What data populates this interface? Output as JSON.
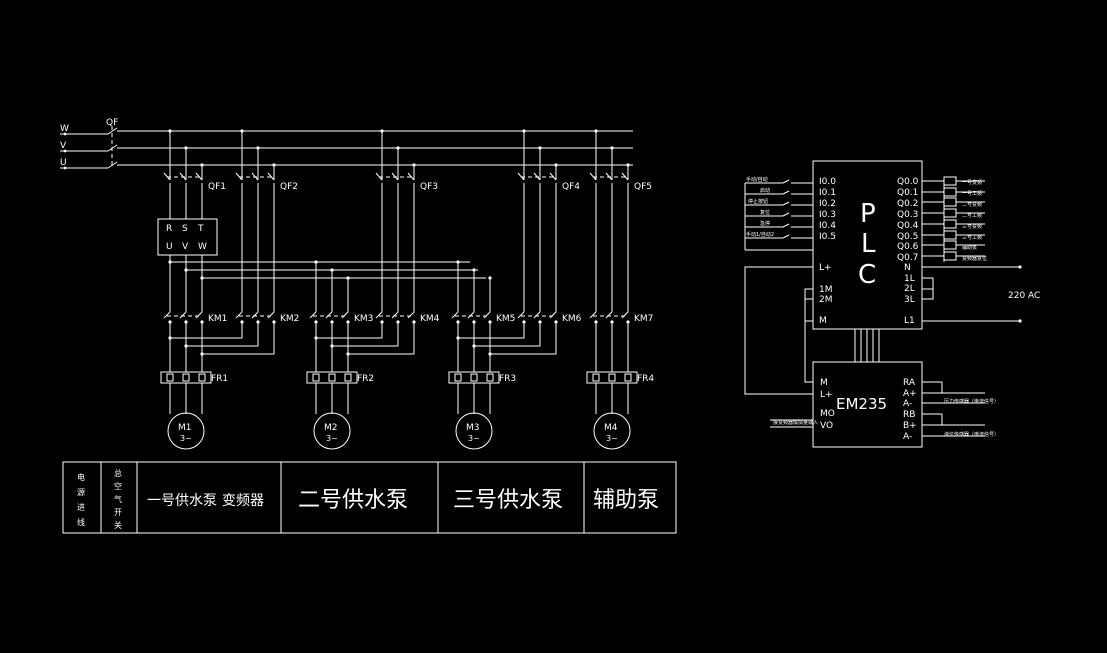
{
  "phases": [
    "W",
    "V",
    "U"
  ],
  "main_breaker": "QF",
  "branch_breakers": [
    "QF1",
    "QF2",
    "QF3",
    "QF4",
    "QF5"
  ],
  "inverter_in": [
    "R",
    "S",
    "T"
  ],
  "inverter_out": [
    "U",
    "V",
    "W"
  ],
  "contactors": [
    "KM1",
    "KM2",
    "KM3",
    "KM4",
    "KM5",
    "KM6",
    "KM7"
  ],
  "thermal_relays": [
    "FR1",
    "FR2",
    "FR3",
    "FR4"
  ],
  "motors": [
    {
      "name": "M1",
      "phase": "3~"
    },
    {
      "name": "M2",
      "phase": "3~"
    },
    {
      "name": "M3",
      "phase": "3~"
    },
    {
      "name": "M4",
      "phase": "3~"
    }
  ],
  "title_block": {
    "cell1": [
      "电",
      "源",
      "进",
      "线"
    ],
    "cell2": [
      "总",
      "空",
      "气",
      "开",
      "关"
    ],
    "pump1": "一号供水泵",
    "inverter": "变频器",
    "pump2": "二号供水泵",
    "pump3": "三号供水泵",
    "aux": "辅助泵"
  },
  "plc": {
    "title": [
      "P",
      "L",
      "C"
    ],
    "inputs": [
      "I0.0",
      "I0.1",
      "I0.2",
      "I0.3",
      "I0.4",
      "I0.5"
    ],
    "input_labels": [
      "手动/自动",
      "启动",
      "停止按钮",
      "复位",
      "急停",
      "手动1/自动2"
    ],
    "left_terminals": [
      "L+",
      "1M",
      "2M",
      "M"
    ],
    "outputs": [
      "Q0.0",
      "Q0.1",
      "Q0.2",
      "Q0.3",
      "Q0.4",
      "Q0.5",
      "Q0.6",
      "Q0.7"
    ],
    "output_labels": [
      "一号变频",
      "一号工频",
      "二号变频",
      "二号工频",
      "三号变频",
      "三号工频",
      "辅助泵",
      "变频器复位"
    ],
    "right_terminals": [
      "N",
      "1L",
      "2L",
      "3L",
      "L1"
    ],
    "supply": "220 AC"
  },
  "em235": {
    "title": "EM235",
    "left_terminals": [
      "M",
      "L+",
      "MO",
      "VO"
    ],
    "right_terminals": [
      "RA",
      "A+",
      "A-",
      "RB",
      "B+",
      "A-"
    ],
    "vo_label": "接变频器模拟量输入",
    "a_label": "压力传感器（电流信号）",
    "b_label": "液位传感器（电流信号）"
  }
}
